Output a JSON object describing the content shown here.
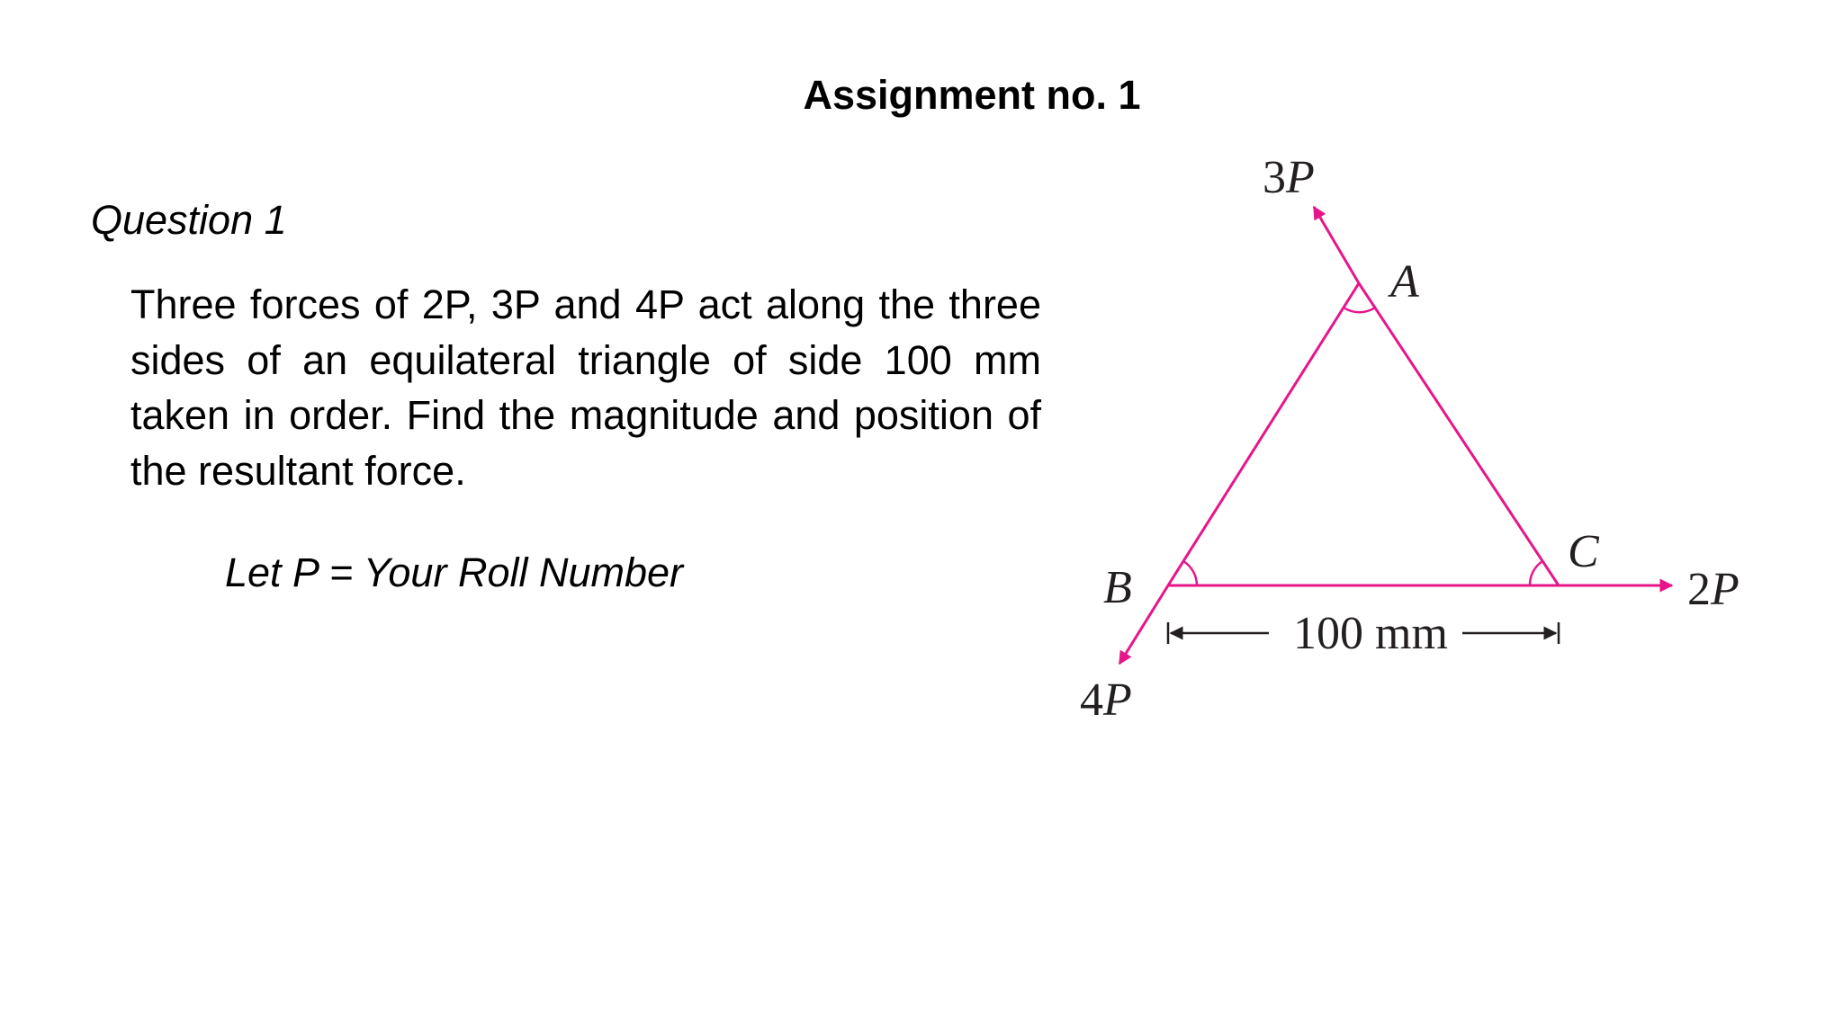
{
  "slide": {
    "title": "Assignment no. 1",
    "question_label": "Question 1",
    "question_text": "Three forces of 2P, 3P and 4P act along the three sides of an equilateral triangle of side 100 mm taken in order. Find the magnitude and position of the resultant force.",
    "note": "Let P = Your Roll Number"
  },
  "diagram": {
    "vertices": {
      "a": "A",
      "b": "B",
      "c": "C"
    },
    "forces": {
      "f3p": "3P",
      "f2p": "2P",
      "f4p": "4P"
    },
    "dimension": "100 mm",
    "colors": {
      "force_line": "#e6168a",
      "dimension": "#231f20"
    }
  }
}
